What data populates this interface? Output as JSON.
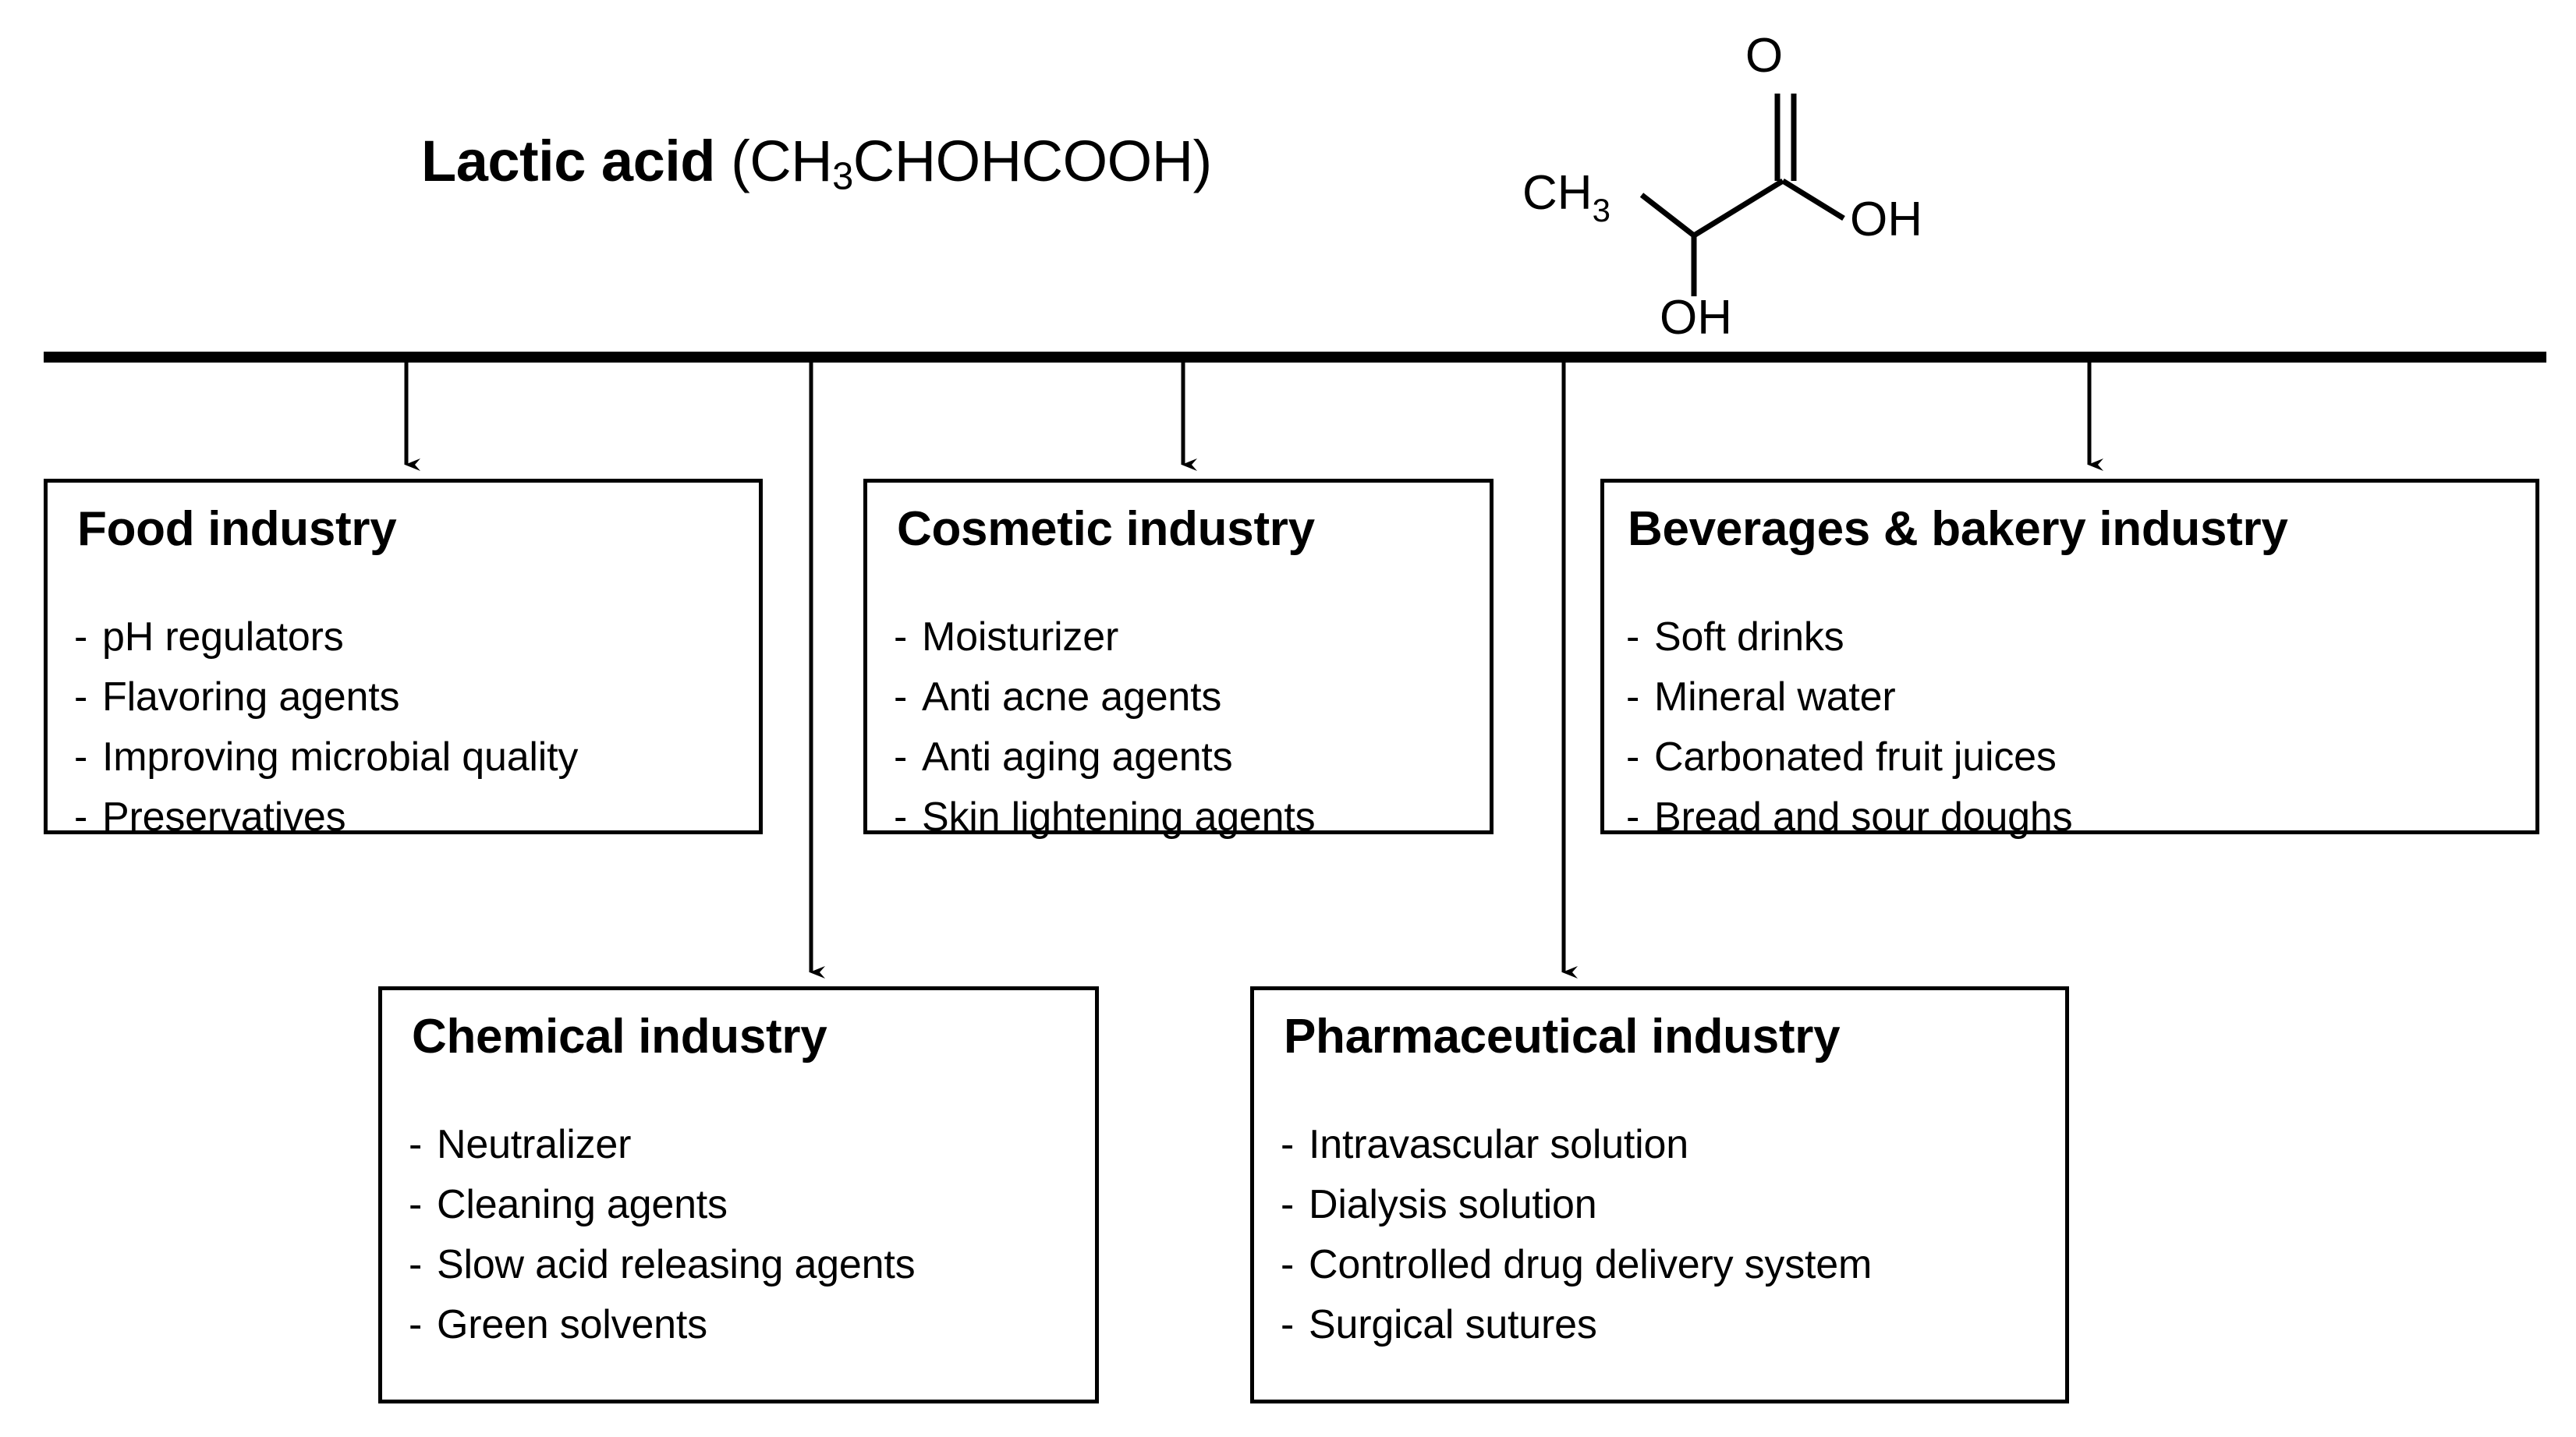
{
  "title": {
    "compound": "Lactic acid",
    "formula_prefix": "(CH",
    "formula_sub": "3",
    "formula_suffix": "CHOHCOOH)"
  },
  "structure": {
    "label_methyl": "CH",
    "label_methyl_sub": "3",
    "label_carbonyl_oxygen": "O",
    "label_carboxyl_hydroxyl": "OH",
    "label_alpha_hydroxyl": "OH"
  },
  "boxes": [
    {
      "id": "food",
      "title": "Food industry",
      "items": [
        "pH regulators",
        "Flavoring agents",
        "Improving microbial quality",
        "Preservatives"
      ]
    },
    {
      "id": "cosmetic",
      "title": "Cosmetic industry",
      "items": [
        "Moisturizer",
        "Anti acne agents",
        "Anti aging agents",
        "Skin lightening agents"
      ]
    },
    {
      "id": "beverages",
      "title": "Beverages & bakery industry",
      "items": [
        "Soft drinks",
        "Mineral water",
        "Carbonated fruit juices",
        "Bread and sour doughs"
      ]
    },
    {
      "id": "chemical",
      "title": "Chemical industry",
      "items": [
        "Neutralizer",
        "Cleaning agents",
        "Slow acid releasing agents",
        "Green solvents"
      ]
    },
    {
      "id": "pharmaceutical",
      "title": "Pharmaceutical industry",
      "items": [
        "Intravascular solution",
        "Dialysis solution",
        "Controlled drug delivery system",
        "Surgical sutures"
      ]
    }
  ],
  "bullet_marker": "-",
  "colors": {
    "ink": "#000000",
    "background": "#ffffff"
  }
}
